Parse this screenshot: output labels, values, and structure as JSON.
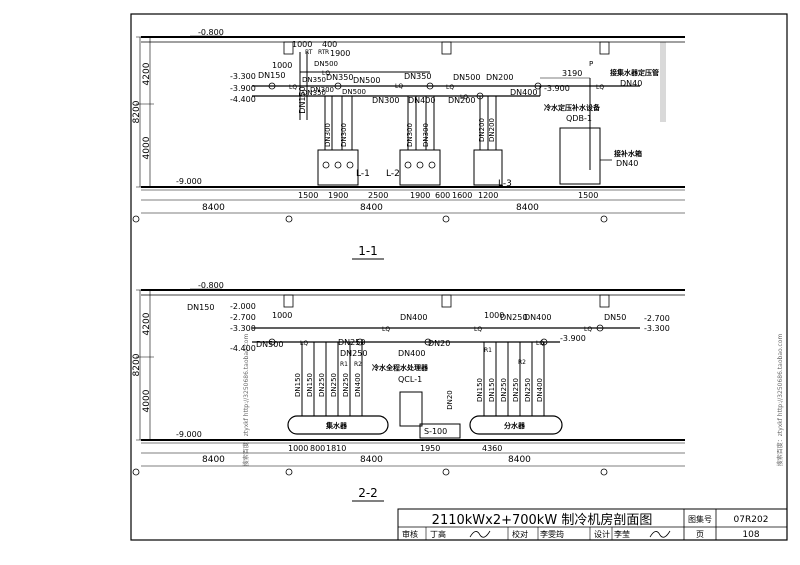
{
  "section_1": {
    "title": "1-1",
    "elevations": [
      "-0.800",
      "-3.300",
      "-3.900",
      "-4.400",
      "-9.000",
      "-3.900"
    ],
    "dims_left": [
      "4200",
      "8200",
      "4000"
    ],
    "dims_bottom_row1": [
      "1500",
      "1900",
      "2500",
      "1900",
      "600",
      "1600",
      "1200",
      "1500"
    ],
    "dims_bottom_row2": [
      "8400",
      "8400",
      "8400"
    ],
    "top_dims": [
      "1000",
      "400",
      "1900",
      "1000"
    ],
    "rt_labels": [
      "RT",
      "RT",
      "R"
    ],
    "pipe_labels": [
      "DN150",
      "DN350",
      "DN500",
      "DN350",
      "DN500",
      "DN200",
      "DN300",
      "DN400",
      "DN300",
      "DN200",
      "DN400",
      "DN500",
      "DN500",
      "DN350",
      "DN350"
    ],
    "lq_labels": [
      "LQ",
      "LQ",
      "LQ",
      "LQ",
      "LQ",
      "LQ"
    ],
    "equipment": [
      "L-1",
      "L-2",
      "L-3"
    ],
    "riser_labels": [
      "DN300",
      "DN300",
      "DN300",
      "DN300",
      "DN200",
      "DN200"
    ],
    "right_labels": {
      "dim_3190": "3190",
      "p": "P",
      "tank_note": "接集水器定压管",
      "tank_dn": "DN40",
      "device": "冷水定压补水设备",
      "device_code": "QDB-1",
      "drain": "接补水箱",
      "drain_dn": "DN40"
    }
  },
  "section_2": {
    "title": "2-2",
    "elevations": [
      "-0.800",
      "-2.000",
      "-2.700",
      "-3.300",
      "-4.400",
      "-9.000",
      "-2.700",
      "-3.300",
      "-3.900"
    ],
    "dims_left": [
      "4200",
      "8200",
      "4000"
    ],
    "dims_bottom_row1": [
      "1000",
      "800",
      "1810",
      "1950",
      "4360"
    ],
    "dims_bottom_row2": [
      "8400",
      "8400",
      "8400"
    ],
    "pipe_labels": [
      "DN150",
      "DN500",
      "DN250",
      "DN400",
      "DN250",
      "DN400",
      "DN20",
      "DN50",
      "DN400",
      "DN250",
      "DN20"
    ],
    "top_dims": [
      "1000",
      "1000"
    ],
    "riser_labels_left": [
      "DN150",
      "DN150",
      "DN250",
      "DN250",
      "DN250",
      "DN400"
    ],
    "riser_labels_right": [
      "DN150",
      "DN150",
      "DN250",
      "DN250",
      "DN250",
      "DN400"
    ],
    "equipment_note": "冷水全程水处理器",
    "equipment_code": "QCL-1",
    "collector": "集水器",
    "distributor": "分水器",
    "device_s": "S-100",
    "lq_labels": [
      "LQ",
      "LQ",
      "LQ",
      "LQ",
      "LQ"
    ],
    "r_labels": [
      "R1",
      "R2",
      "R1",
      "R2"
    ]
  },
  "title_block": {
    "title": "2110kWx2+700kW 制冷机房剖面图",
    "atlas_label": "图集号",
    "atlas_no": "07R202",
    "review": "审核",
    "reviewer": "丁高",
    "check": "校对",
    "checker": "李雯筠",
    "design": "设计",
    "designer": "李莹",
    "page_label": "页",
    "page_no": "108"
  },
  "watermark": "搜索百度：ztyxkf http://3250686.taobao.com"
}
